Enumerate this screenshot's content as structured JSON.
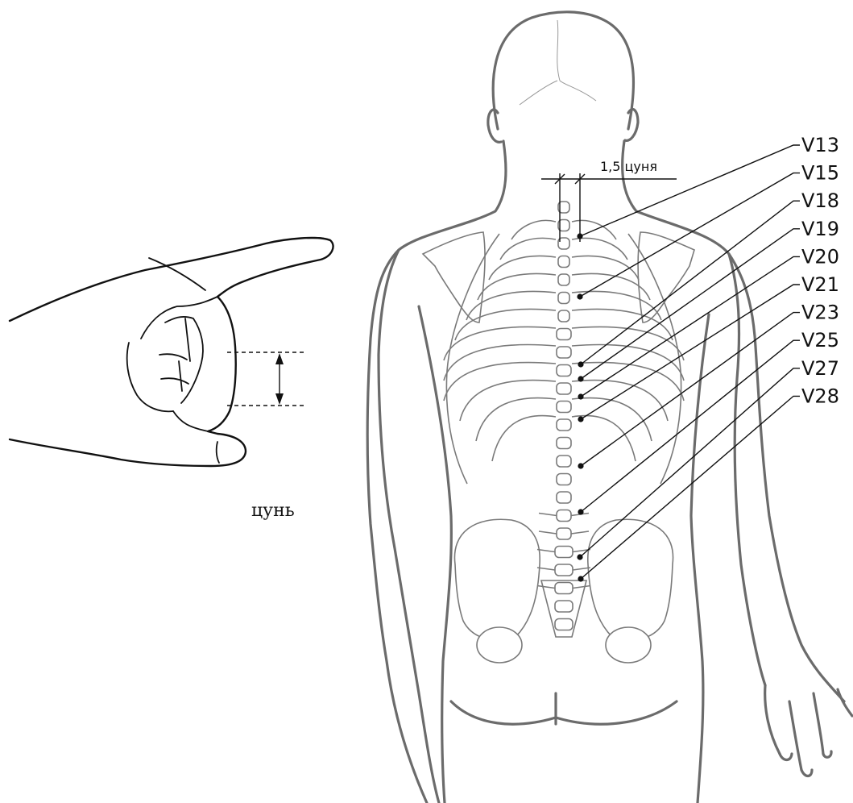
{
  "hand": {
    "unit_caption": "цунь"
  },
  "scale_note": "1,5 цуня",
  "points": [
    {
      "label": "V13"
    },
    {
      "label": "V15"
    },
    {
      "label": "V18"
    },
    {
      "label": "V19"
    },
    {
      "label": "V20"
    },
    {
      "label": "V21"
    },
    {
      "label": "V23"
    },
    {
      "label": "V25"
    },
    {
      "label": "V27"
    },
    {
      "label": "V28"
    }
  ]
}
